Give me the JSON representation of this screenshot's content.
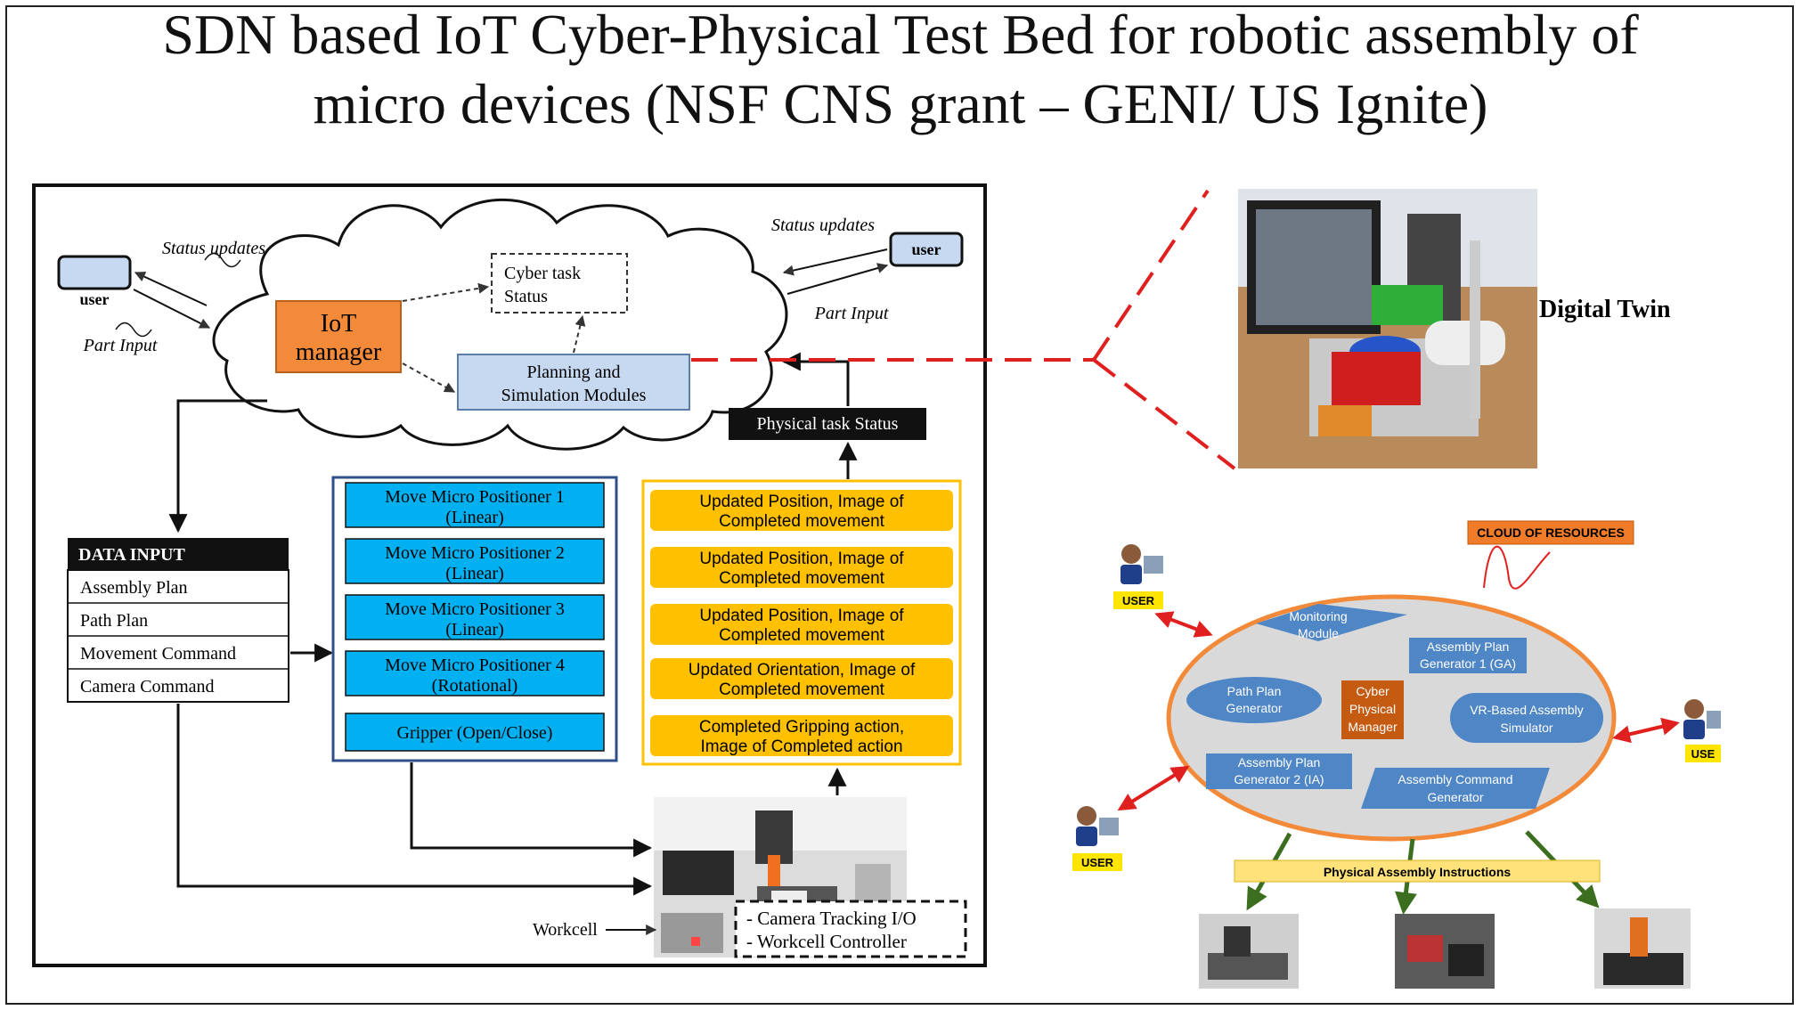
{
  "title": {
    "line1": "SDN based IoT Cyber-Physical Test Bed for robotic assembly of",
    "line2": "micro devices (NSF CNS grant – GENI/ US Ignite)"
  },
  "left": {
    "status_updates_left": "Status updates",
    "part_input_left": "Part Input",
    "user_left": "user",
    "status_updates_right": "Status updates",
    "part_input_right": "Part Input",
    "user_right": "user",
    "iot_manager_1": "IoT",
    "iot_manager_2": "manager",
    "cyber_task_1": "Cyber task",
    "cyber_task_2": "Status",
    "planning_1": "Planning and",
    "planning_2": "Simulation Modules",
    "physical_task_status": "Physical task Status",
    "data_input": {
      "header": "DATA INPUT",
      "rows": [
        "Assembly Plan",
        "Path Plan",
        "Movement Command",
        "Camera Command"
      ]
    },
    "commands": [
      {
        "l1": "Move Micro Positioner 1",
        "l2": "(Linear)"
      },
      {
        "l1": "Move Micro Positioner 2",
        "l2": "(Linear)"
      },
      {
        "l1": "Move Micro Positioner 3",
        "l2": "(Linear)"
      },
      {
        "l1": "Move Micro Positioner 4",
        "l2": "(Rotational)"
      },
      {
        "l1": "Gripper (Open/Close)",
        "l2": ""
      }
    ],
    "feedback": [
      {
        "l1": "Updated Position, Image of",
        "l2": "Completed movement"
      },
      {
        "l1": "Updated Position, Image of",
        "l2": "Completed movement"
      },
      {
        "l1": "Updated Position, Image of",
        "l2": "Completed movement"
      },
      {
        "l1": "Updated Orientation, Image of",
        "l2": "Completed movement"
      },
      {
        "l1": "Completed Gripping action,",
        "l2": "Image of Completed action"
      }
    ],
    "workcell": "Workcell",
    "camera_tracking": "- Camera Tracking I/O",
    "workcell_controller": "- Workcell Controller"
  },
  "digital_twin": "Digital Twin",
  "right": {
    "cloud_of_resources": "CLOUD OF RESOURCES",
    "user_labels": [
      "USER",
      "USE",
      "USER"
    ],
    "monitoring_1": "Monitoring",
    "monitoring_2": "Module",
    "assembly_plan_ga_1": "Assembly Plan",
    "assembly_plan_ga_2": "Generator 1 (GA)",
    "path_plan_1": "Path Plan",
    "path_plan_2": "Generator",
    "cpm_1": "Cyber",
    "cpm_2": "Physical",
    "cpm_3": "Manager",
    "vr_1": "VR-Based Assembly",
    "vr_2": "Simulator",
    "assembly_plan_ia_1": "Assembly Plan",
    "assembly_plan_ia_2": "Generator 2 (IA)",
    "assembly_cmd_1": "Assembly Command",
    "assembly_cmd_2": "Generator",
    "physical_instructions": "Physical Assembly Instructions"
  },
  "colors": {
    "orange": "#f28a3a",
    "light_blue": "#c6d9f1",
    "cyan": "#00b0f0",
    "yellow": "#ffc000",
    "red_dash": "#e0201e",
    "diagram_blue": "#4f86c6",
    "ellipse_fill": "#d9d9d9"
  }
}
